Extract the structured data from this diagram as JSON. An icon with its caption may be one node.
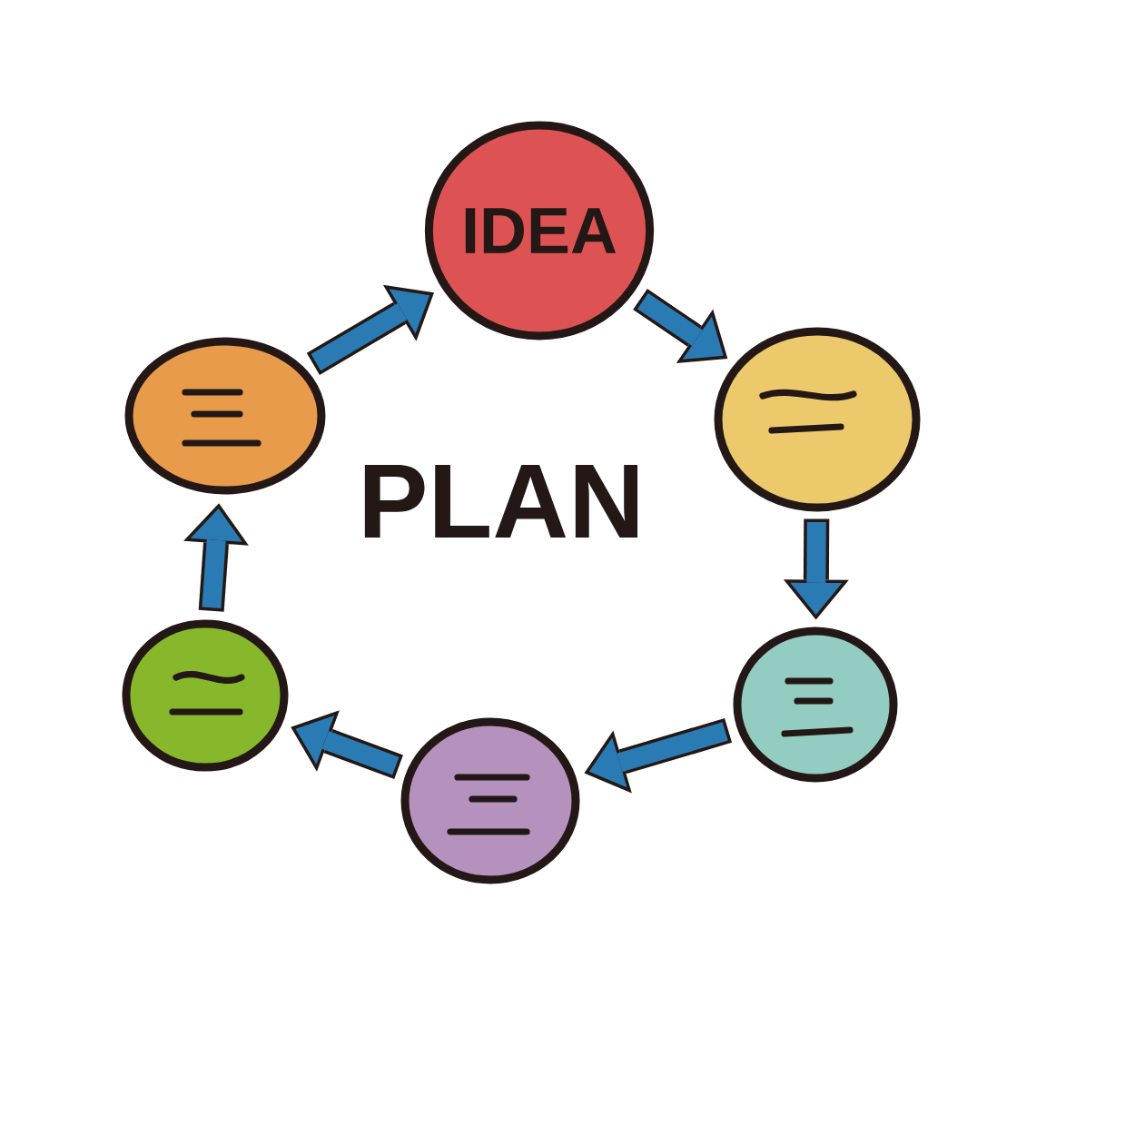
{
  "diagram": {
    "nodes": [
      {
        "text": [
          "IDEA"
        ]
      },
      {
        "text": [],
        "shape": "circle"
      },
      {
        "text": [],
        "shape": "circle"
      },
      {
        "text": [],
        "shape": "circle"
      },
      {
        "text": [],
        "shape": "circle"
      },
      {
        "text": [],
        "shape": "circle"
      }
    ],
    "edges": [
      {
        "from": 0,
        "to": 1,
        "arrow": "to"
      },
      {
        "from": 1,
        "to": 2,
        "arrow": "to"
      },
      {
        "from": 2,
        "to": 3,
        "arrow": "to"
      },
      {
        "from": 3,
        "to": 4,
        "arrow": "to"
      },
      {
        "from": 4,
        "to": 5,
        "arrow": "to"
      },
      {
        "from": 5,
        "to": 0,
        "arrow": "to"
      }
    ],
    "labels": [
      "PLAN"
    ]
  }
}
